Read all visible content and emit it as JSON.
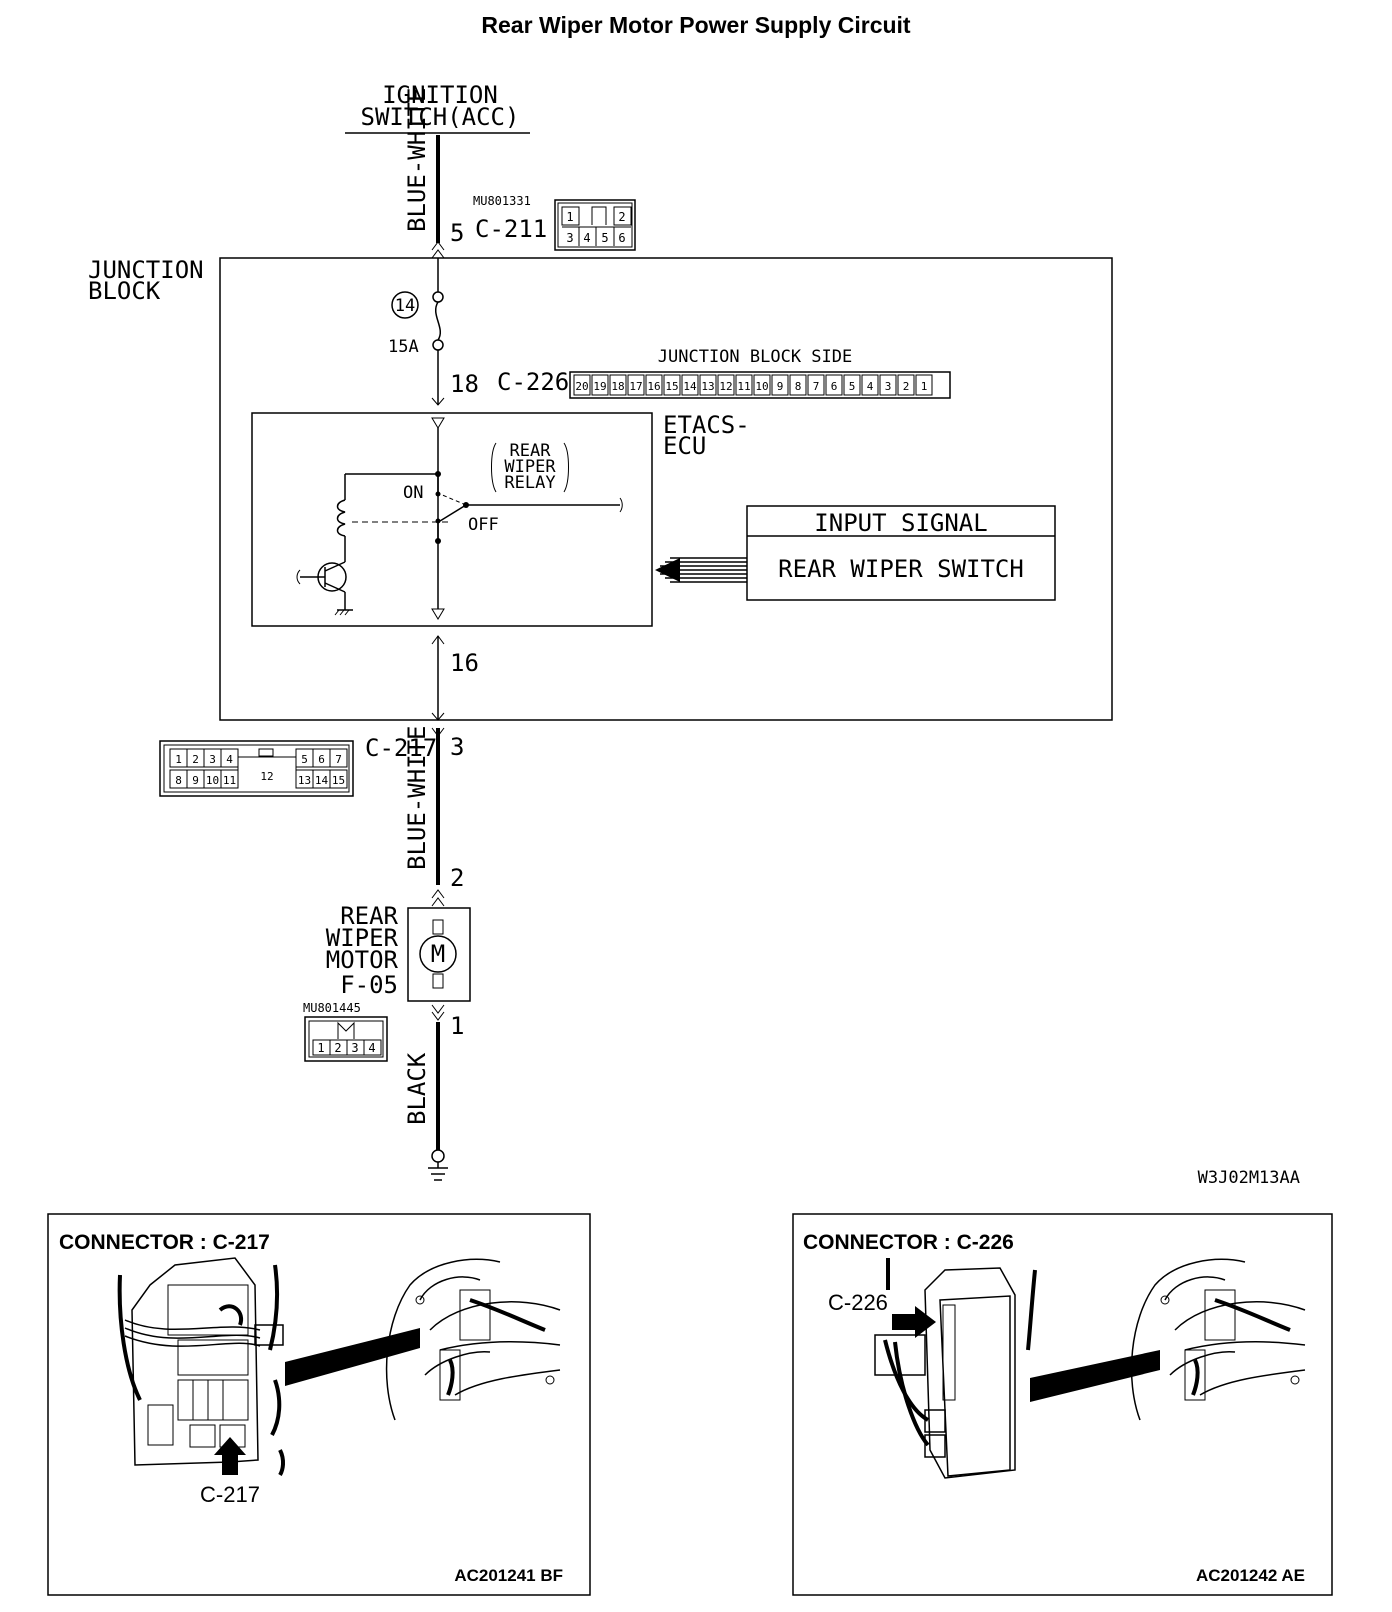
{
  "title": "Rear Wiper Motor Power Supply Circuit",
  "labels": {
    "ignition_line1": "IGNITION",
    "ignition_line2": "SWITCH(ACC)",
    "wire_color_top": "BLUE-WHITE",
    "wire_color_mid": "BLUE-WHITE",
    "wire_color_bottom": "BLACK",
    "junction_block_line1": "JUNCTION",
    "junction_block_line2": "BLOCK",
    "junction_block_side": "JUNCTION BLOCK SIDE",
    "fuse_number": "14",
    "fuse_rating": "15A",
    "etacs_line1": "ETACS-",
    "etacs_line2": "ECU",
    "relay_line1": "REAR",
    "relay_line2": "WIPER",
    "relay_line3": "RELAY",
    "relay_on": "ON",
    "relay_off": "OFF",
    "input_signal": "INPUT SIGNAL",
    "rear_wiper_switch": "REAR WIPER SWITCH",
    "motor_line1": "REAR",
    "motor_line2": "WIPER",
    "motor_line3": "MOTOR",
    "motor_symbol": "M",
    "motor_connector": "F-05",
    "diagram_code": "W3J02M13AA"
  },
  "connectors": {
    "c211": {
      "name": "C-211",
      "part": "MU801331",
      "pins": [
        "1",
        "2",
        "3",
        "4",
        "5",
        "6"
      ]
    },
    "c226": {
      "name": "C-226",
      "pins": [
        "20",
        "19",
        "18",
        "17",
        "16",
        "15",
        "14",
        "13",
        "12",
        "11",
        "10",
        "9",
        "8",
        "7",
        "6",
        "5",
        "4",
        "3",
        "2",
        "1"
      ]
    },
    "c217": {
      "name": "C-217",
      "pins_top": [
        "1",
        "2",
        "3",
        "4",
        "5",
        "6",
        "7"
      ],
      "pins_bottom": [
        "8",
        "9",
        "10",
        "11",
        "13",
        "14",
        "15"
      ],
      "pin_center": "12"
    },
    "f05": {
      "part": "MU801445",
      "pins": [
        "1",
        "2",
        "3",
        "4"
      ]
    }
  },
  "pins": {
    "ign_pin": "5",
    "c226_pin": "18",
    "ecu_out_pin": "16",
    "c217_pin": "3",
    "motor_in_pin": "2",
    "motor_out_pin": "1"
  },
  "panels": {
    "left": {
      "heading": "CONNECTOR : C-217",
      "callout": "C-217",
      "code": "AC201241 BF"
    },
    "right": {
      "heading": "CONNECTOR : C-226",
      "callout": "C-226",
      "code": "AC201242 AE"
    }
  }
}
